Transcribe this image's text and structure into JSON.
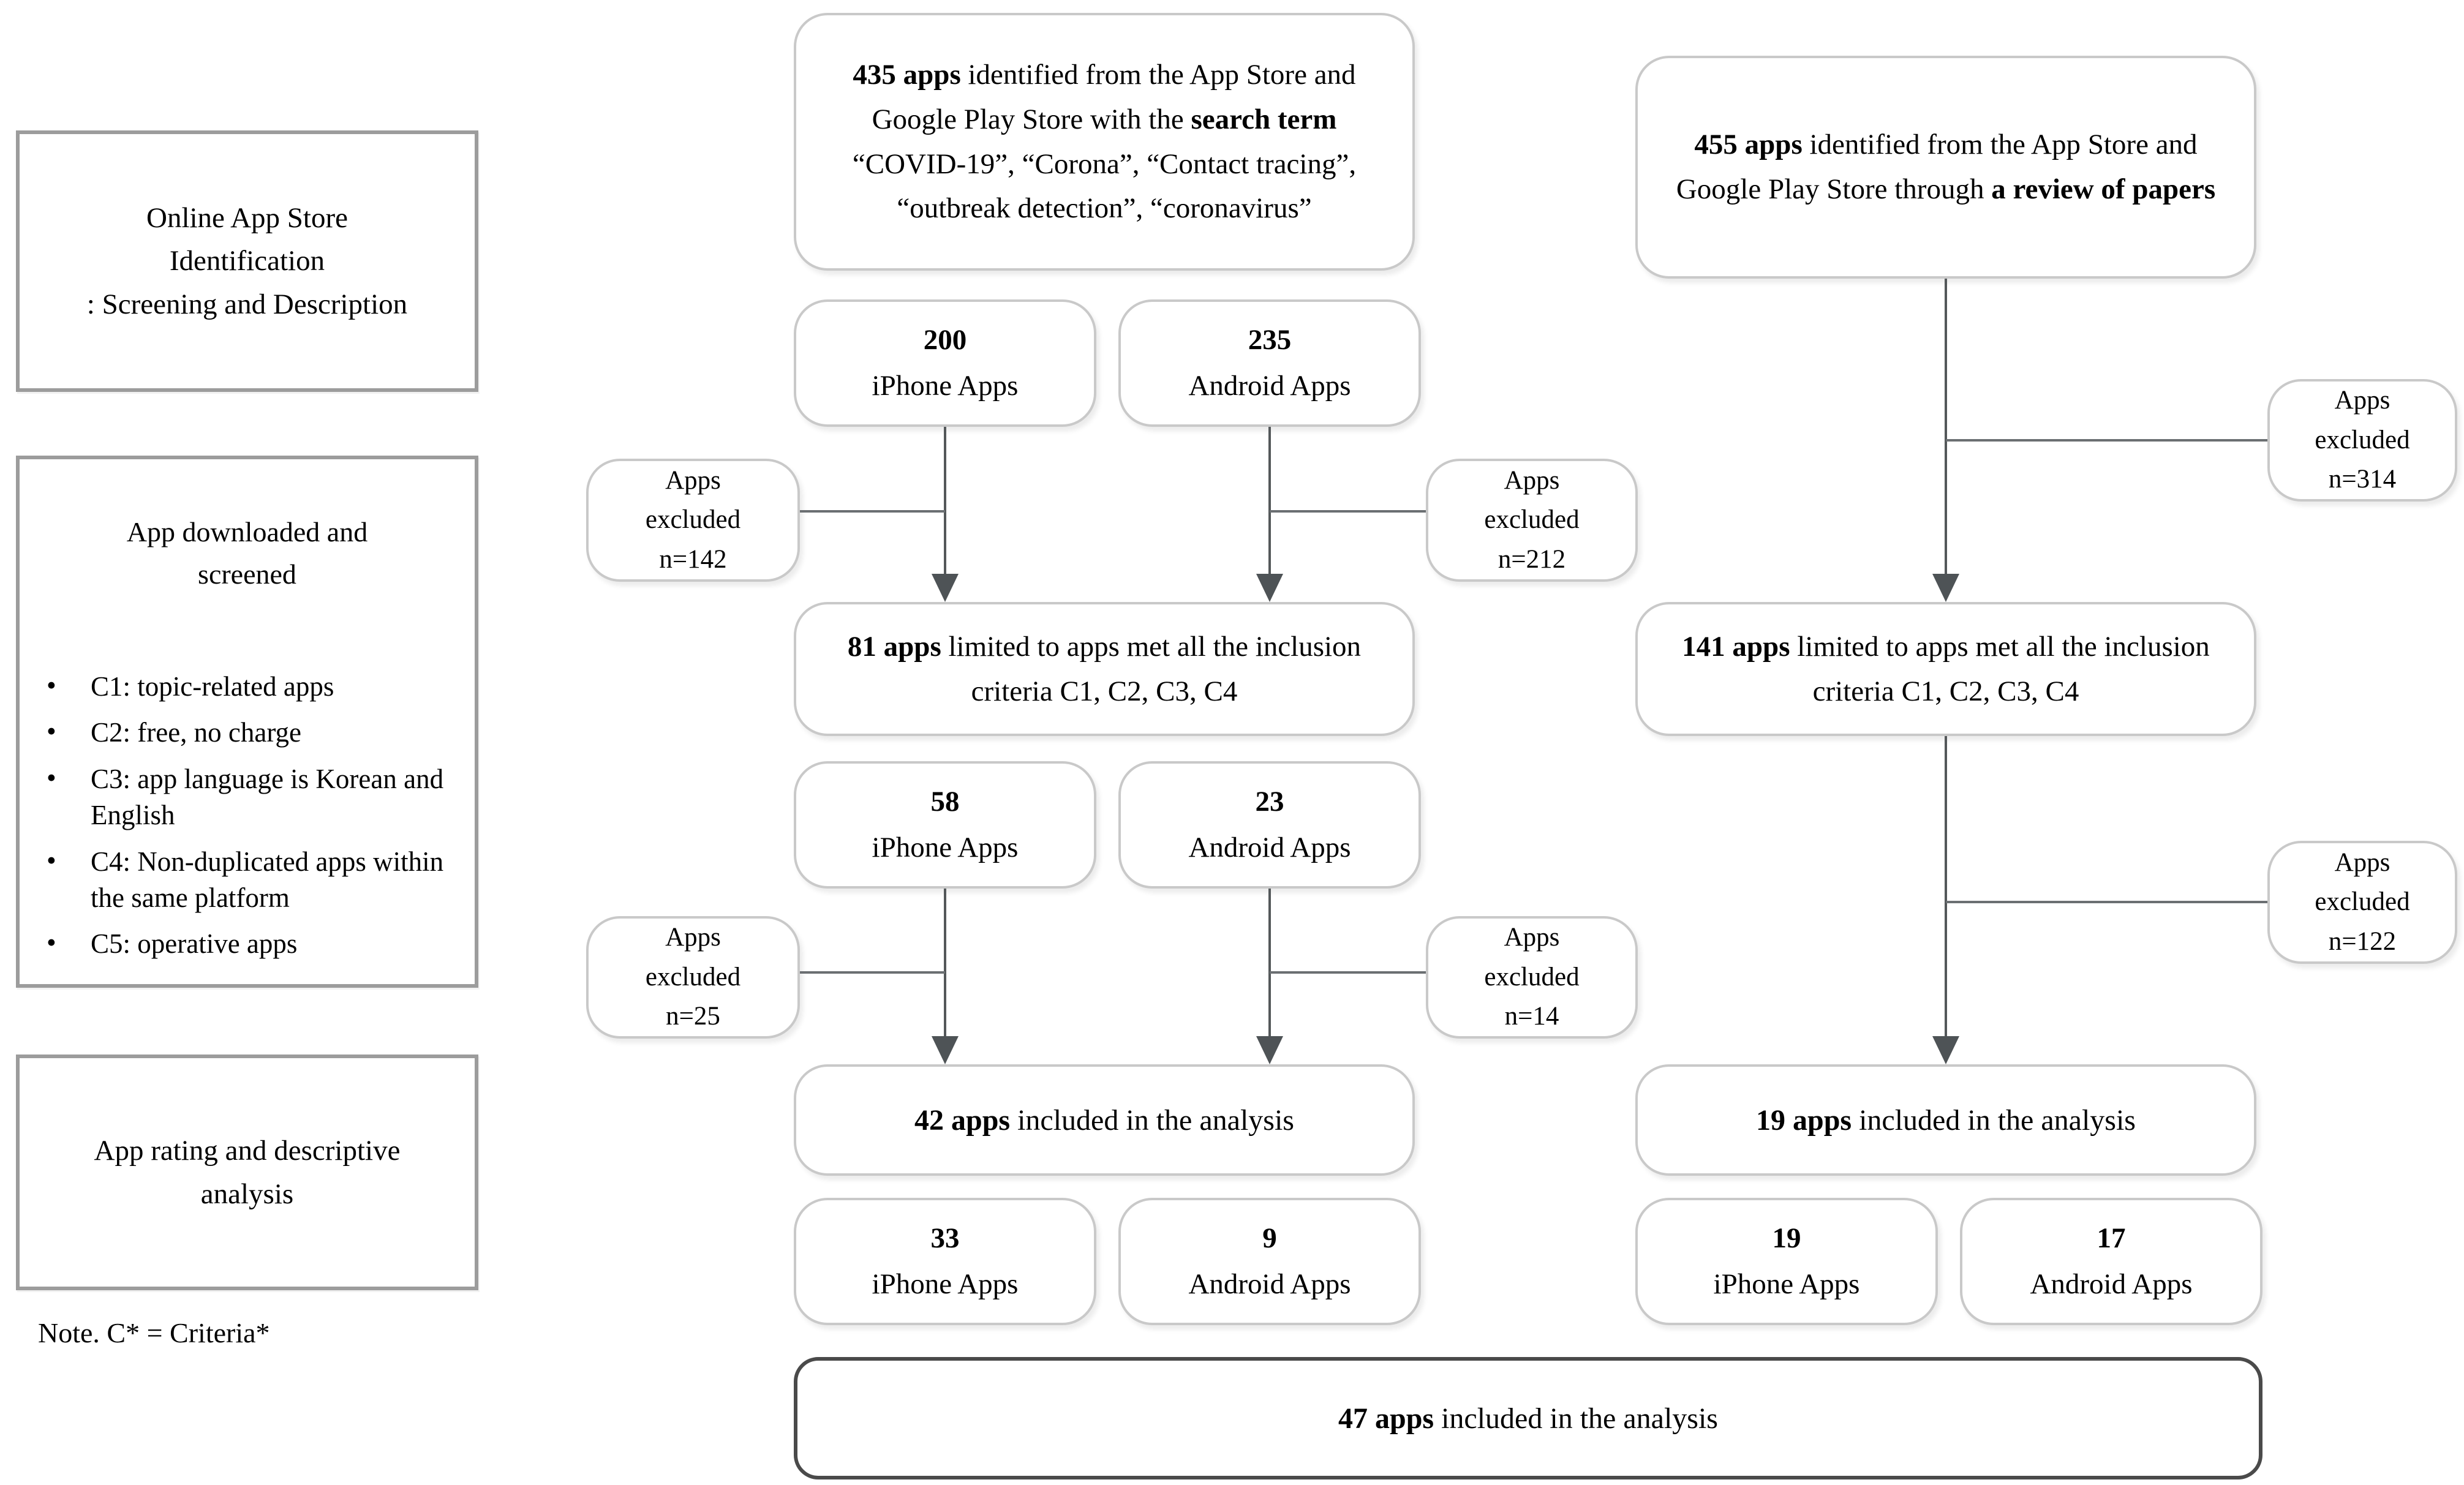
{
  "sidebar": {
    "stage1": {
      "text": "Online App Store\nIdentification\n: Screening and Description"
    },
    "stage2": {
      "title": "App downloaded and\nscreened",
      "bullets": [
        "C1: topic-related apps",
        "C2: free, no charge",
        "C3: app language is Korean and English",
        "C4: Non-duplicated apps within the same platform",
        "C5: operative apps"
      ]
    },
    "stage3": {
      "text": "App rating and descriptive\nanalysis"
    },
    "note": "Note. C* = Criteria*"
  },
  "search_flow": {
    "identified": {
      "bold1": "435 apps",
      "text1": " identified from the App Store and Google Play Store with the ",
      "bold2": "search term",
      "text2": " “COVID-19”, “Corona”, “Contact tracing”, “outbreak detection”, “coronavirus”"
    },
    "iphone_initial": {
      "count": "200",
      "label": "iPhone Apps"
    },
    "android_initial": {
      "count": "235",
      "label": "Android Apps"
    },
    "excluded_iphone1": "Apps\nexcluded\nn=142",
    "excluded_android1": "Apps\nexcluded\nn=212",
    "limited": {
      "bold": "81 apps",
      "text": " limited to apps met all the inclusion criteria C1, C2, C3, C4"
    },
    "iphone_screened": {
      "count": "58",
      "label": "iPhone Apps"
    },
    "android_screened": {
      "count": "23",
      "label": "Android Apps"
    },
    "excluded_iphone2": "Apps\nexcluded\nn=25",
    "excluded_android2": "Apps\nexcluded\nn=14",
    "included": {
      "bold": "42 apps",
      "text": " included in the analysis"
    },
    "iphone_final": {
      "count": "33",
      "label": "iPhone Apps"
    },
    "android_final": {
      "count": "9",
      "label": "Android Apps"
    }
  },
  "review_flow": {
    "identified": {
      "bold1": "455 apps",
      "text1": " identified from the App Store and Google Play Store through ",
      "bold2": "a review of papers"
    },
    "excluded1": "Apps\nexcluded\nn=314",
    "limited": {
      "bold": "141 apps",
      "text": " limited to apps met all the inclusion criteria C1, C2, C3, C4"
    },
    "excluded2": "Apps\nexcluded\nn=122",
    "included": {
      "bold": "19 apps",
      "text": " included in the analysis"
    },
    "iphone_final": {
      "count": "19",
      "label": "iPhone Apps"
    },
    "android_final": {
      "count": "17",
      "label": "Android Apps"
    }
  },
  "total": {
    "bold": "47 apps",
    "text": " included in the analysis"
  }
}
